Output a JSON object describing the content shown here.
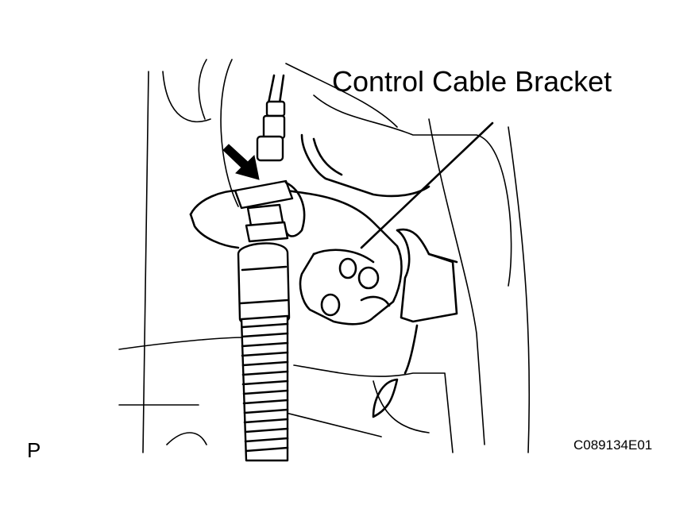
{
  "labels": {
    "callout": "Control Cable Bracket",
    "view": "P",
    "figure_code": "C089134E01"
  },
  "icons": {
    "pointer": "arrow-pointer-icon"
  }
}
